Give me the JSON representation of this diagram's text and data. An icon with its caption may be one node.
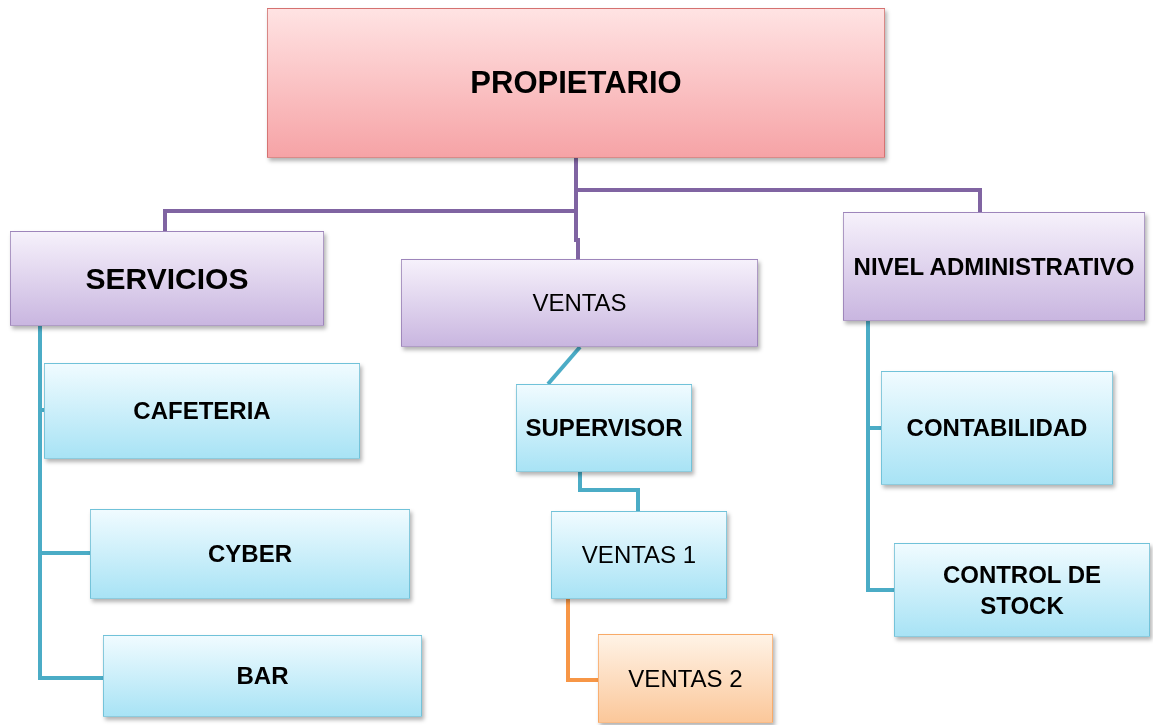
{
  "diagram": {
    "nodes": [
      {
        "text": [
          "PROPIETARIO"
        ]
      },
      {
        "text": [
          "SERVICIOS"
        ]
      },
      {
        "text": [
          "VENTAS"
        ]
      },
      {
        "text": [
          "NIVEL ADMINISTRATIVO"
        ]
      },
      {
        "text": [
          "CAFETERIA"
        ]
      },
      {
        "text": [
          "CYBER"
        ]
      },
      {
        "text": [
          "BAR"
        ]
      },
      {
        "text": [
          "SUPERVISOR"
        ]
      },
      {
        "text": [
          "VENTAS 1"
        ]
      },
      {
        "text": [
          "VENTAS 2"
        ]
      },
      {
        "text": [
          "CONTABILIDAD"
        ]
      },
      {
        "text": [
          "CONTROL DE STOCK"
        ]
      }
    ],
    "edges": [
      {
        "from": 0,
        "to": 1,
        "arrow": "none",
        "color": "#8064a2"
      },
      {
        "from": 0,
        "to": 2,
        "arrow": "none",
        "color": "#8064a2"
      },
      {
        "from": 0,
        "to": 3,
        "arrow": "none",
        "color": "#8064a2"
      },
      {
        "from": 1,
        "to": 4,
        "arrow": "none"
      },
      {
        "from": 1,
        "to": 5,
        "arrow": "none"
      },
      {
        "from": 1,
        "to": 6,
        "arrow": "none"
      },
      {
        "from": 2,
        "to": 7,
        "arrow": "none"
      },
      {
        "from": 7,
        "to": 8,
        "arrow": "none"
      },
      {
        "from": 8,
        "to": 9,
        "arrow": "none",
        "color": "#f79646"
      },
      {
        "from": 3,
        "to": 10,
        "arrow": "none"
      },
      {
        "from": 3,
        "to": 11,
        "arrow": "none"
      }
    ]
  }
}
